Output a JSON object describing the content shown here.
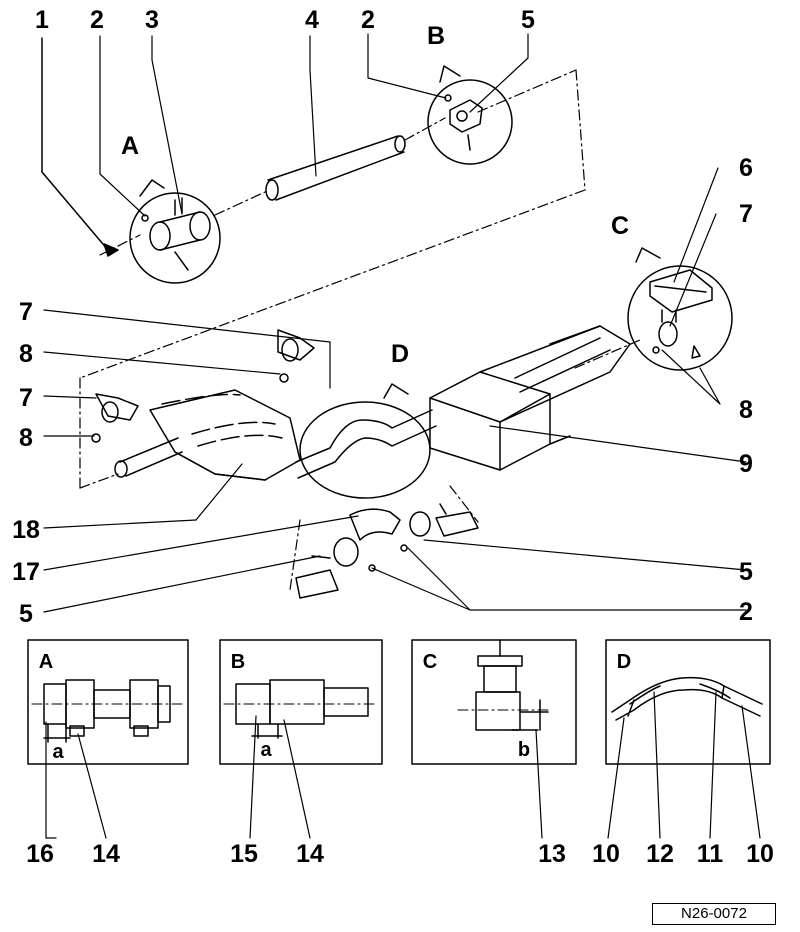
{
  "labels": {
    "n1": "1",
    "n2": "2",
    "n3": "3",
    "n4": "4",
    "n5": "5",
    "n6": "6",
    "n7": "7",
    "n8": "8",
    "n9": "9",
    "n10": "10",
    "n11": "11",
    "n12": "12",
    "n13": "13",
    "n14": "14",
    "n15": "15",
    "n16": "16",
    "n17": "17",
    "n18": "18",
    "A": "A",
    "B": "B",
    "C": "C",
    "D": "D",
    "a": "a",
    "b": "b"
  },
  "reference_code": "N26-0072"
}
